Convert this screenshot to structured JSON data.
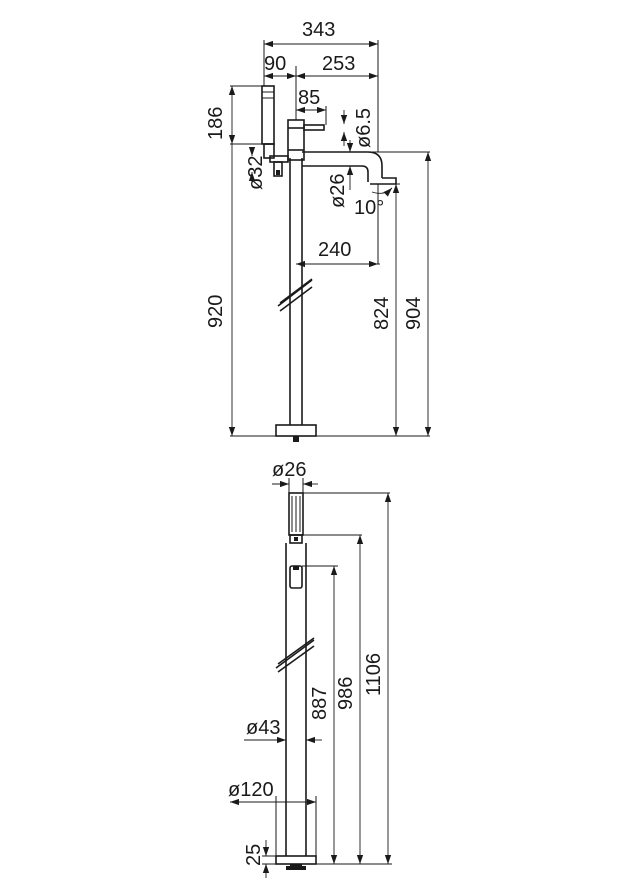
{
  "side_view": {
    "dim_total_width": "343",
    "dim_handshower_offset": "90",
    "dim_right_width": "253",
    "dim_lever_length": "85",
    "dim_lever_dia": "ø6.5",
    "dim_handshower_height": "186",
    "dim_mixer_dia": "ø32",
    "dim_spout_dia": "ø26",
    "dim_spout_angle": "10°",
    "dim_spout_reach": "240",
    "dim_overall_height": "920",
    "dim_spout_height": "824",
    "dim_spout_top_height": "904"
  },
  "front_view": {
    "dim_handshower_dia": "ø26",
    "dim_column_dia": "ø43",
    "dim_base_dia": "ø120",
    "dim_base_height": "25",
    "dim_outlet_height": "887",
    "dim_holder_height": "986",
    "dim_total_height": "1106"
  }
}
